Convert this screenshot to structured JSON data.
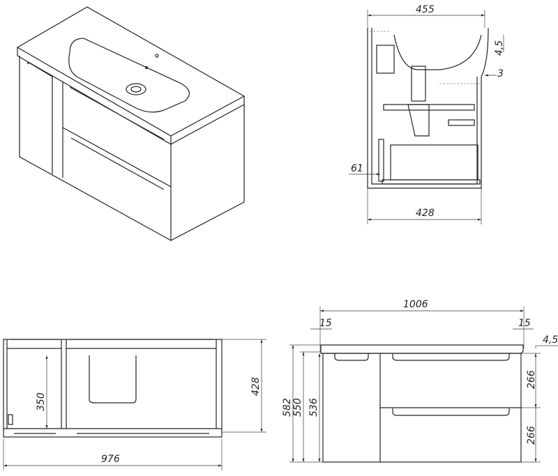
{
  "side_view": {
    "depth_top": "455",
    "depth_cabinet": "428",
    "rim_height": "4,5",
    "overhang": "3",
    "drawer_offset": "61"
  },
  "front_open_view": {
    "width": "976",
    "inner_height": "350",
    "height": "428"
  },
  "front_view": {
    "top_width": "1006",
    "left_inset": "15",
    "right_inset": "15",
    "slab_thickness": "4,5",
    "drawer_height_top": "266",
    "drawer_height_bottom": "266",
    "total_height": "582",
    "height_550": "550",
    "height_536": "536"
  }
}
